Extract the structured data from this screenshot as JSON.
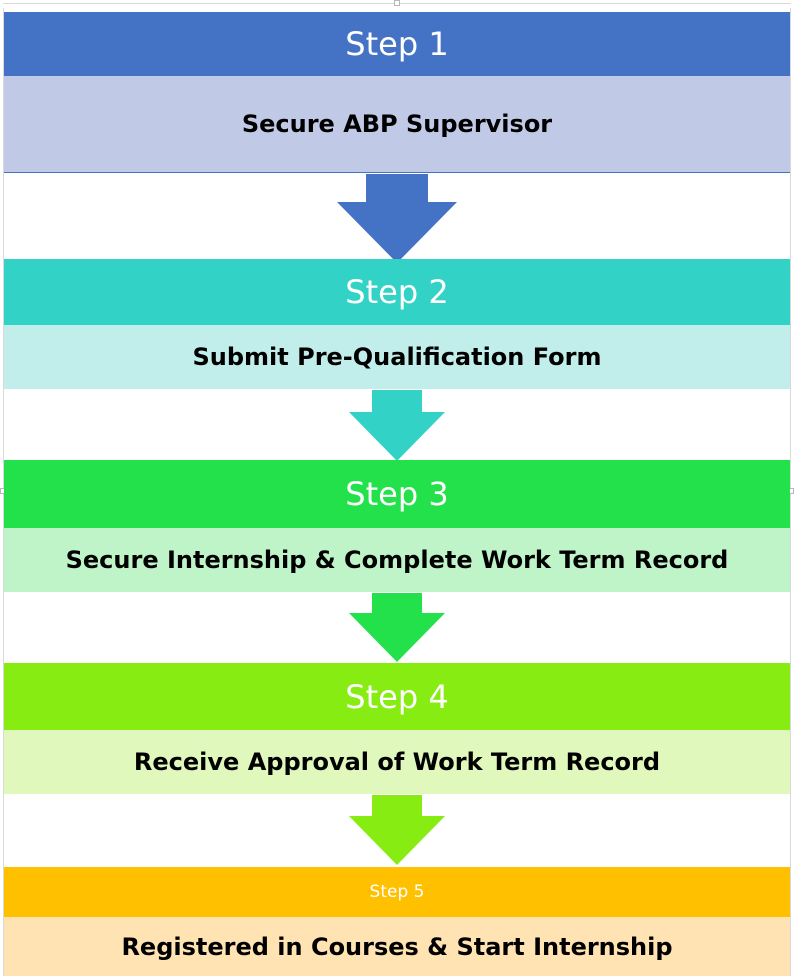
{
  "steps": [
    {
      "header": "Step 1",
      "text": "Secure ABP Supervisor",
      "header_color": "#4472C4",
      "body_color": "#C0CAE7"
    },
    {
      "header": "Step 2",
      "text": "Submit Pre-Qualification Form",
      "header_color": "#33D2C6",
      "body_color": "#C1EDEA"
    },
    {
      "header": "Step 3",
      "text": "Secure Internship & Complete Work Term Record",
      "header_color": "#22E14B",
      "body_color": "#BEF4C7"
    },
    {
      "header": "Step 4",
      "text": "Receive Approval of Work Term Record",
      "header_color": "#86EC12",
      "body_color": "#E0F8BC"
    },
    {
      "header": "Step 5",
      "text": "Registered in Courses & Start Internship",
      "header_color": "#FFC000",
      "body_color": "#FFE3B3"
    }
  ],
  "arrow_icon": "down-arrow-icon"
}
